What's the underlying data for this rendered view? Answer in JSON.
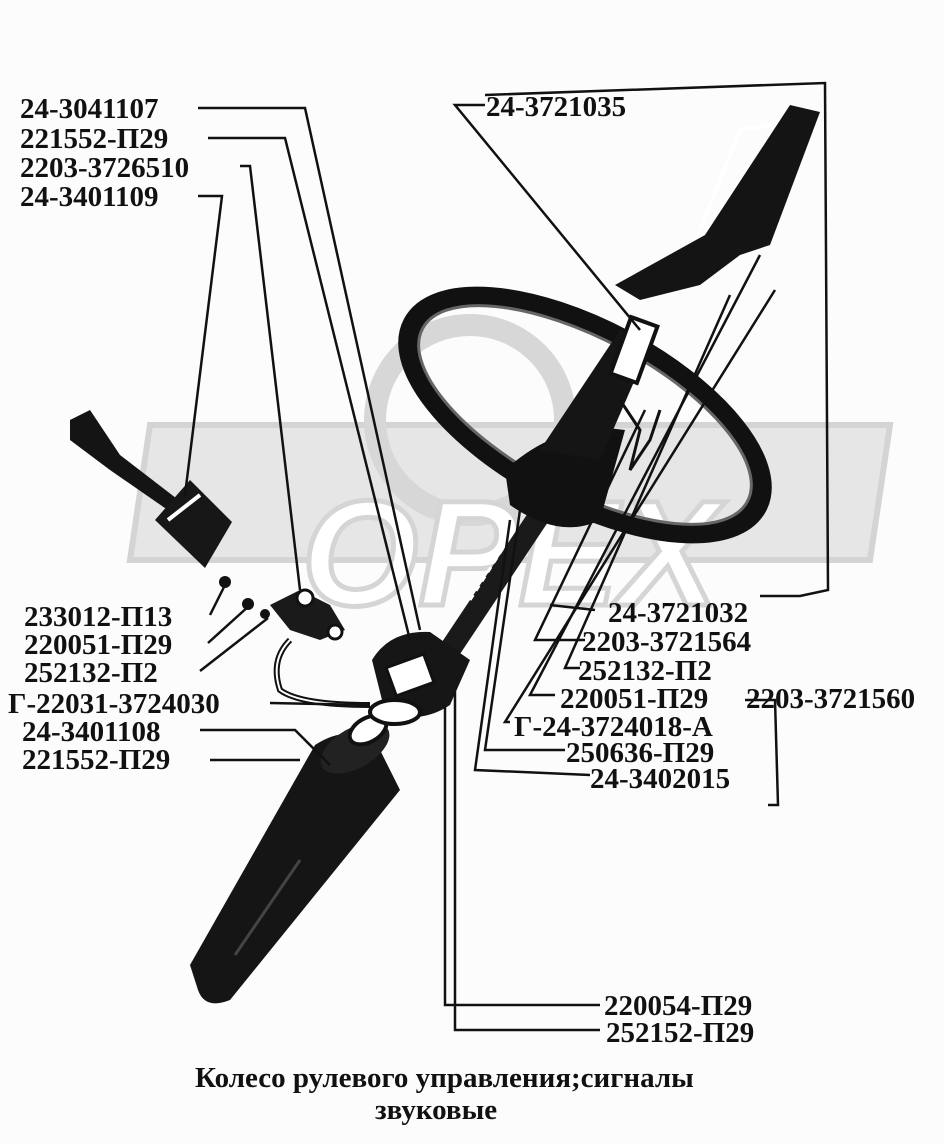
{
  "diagram": {
    "labels_left": [
      "24-3041107",
      "221552-П29",
      "2203-3726510",
      "24-3401109",
      "233012-П13",
      "220051-П29",
      "252132-П2",
      "Г-22031-3724030",
      "24-3401108",
      "221552-П29"
    ],
    "labels_right": [
      "24-3721035",
      "24-3721032",
      "2203-3721564",
      "252132-П2",
      "220051-П29",
      "2203-3721560",
      "Г-24-3724018-А",
      "250636-П29",
      "24-3402015",
      "220054-П29",
      "252152-П29"
    ],
    "caption": {
      "line1": "Колесо рулевого управления;сигналы",
      "line2": "звуковые"
    },
    "watermark": "OPEX",
    "colors": {
      "ink": "#111111",
      "watermark": "#d9d9d9"
    }
  }
}
